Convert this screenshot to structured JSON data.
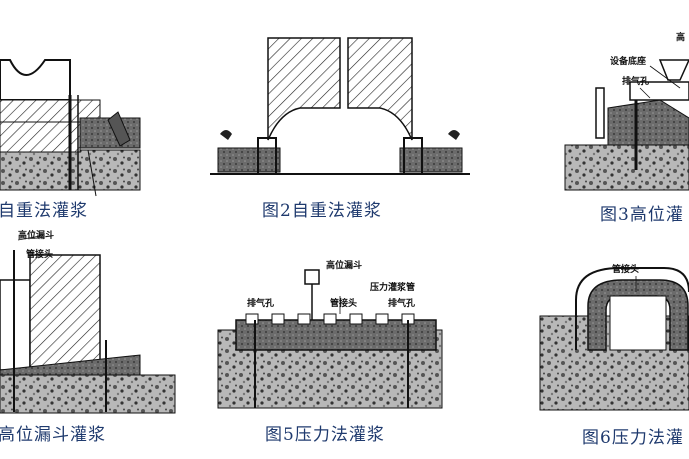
{
  "captions": {
    "fig1": "自重法灌浆",
    "fig2": "图2自重法灌浆",
    "fig3": "图3高位灌",
    "fig4": "高位漏斗灌浆",
    "fig5": "图5压力法灌浆",
    "fig6": "图6压力法灌"
  },
  "labels": {
    "fig3_base": "设备底座",
    "fig3_vent": "排气孔",
    "fig3_top": "高",
    "fig4_funnel": "高位漏斗",
    "fig4_joint": "管接头",
    "fig5_funnel": "高位漏斗",
    "fig5_pipe": "压力灌浆管",
    "fig5_vent_left": "排气孔",
    "fig5_joint": "管接头",
    "fig5_vent_right": "排气孔",
    "fig6_joint": "管接头"
  },
  "colors": {
    "caption": "#1f3a6e",
    "line": "#111111",
    "concrete": "#9a9a9a"
  }
}
